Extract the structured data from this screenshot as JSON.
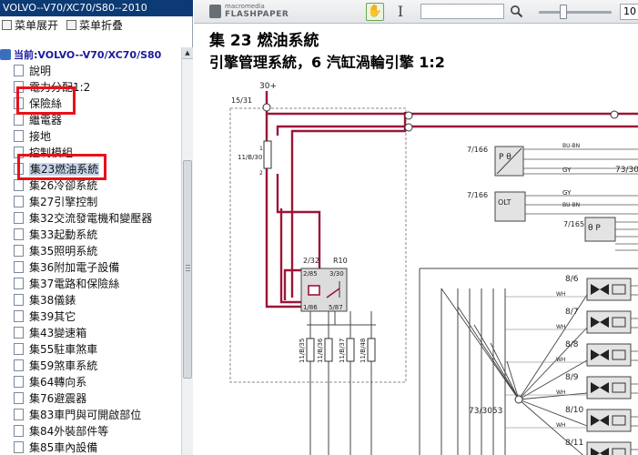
{
  "window": {
    "title": "VOLVO--V70/XC70/S80--2010"
  },
  "toolbar": {
    "expand_label": "菜单展开",
    "collapse_label": "菜单折叠"
  },
  "tree": {
    "root_label": "当前:VOLVO--V70/XC70/S80",
    "items": [
      {
        "label": "說明"
      },
      {
        "label": "電力分配1:2"
      },
      {
        "label": "保險絲"
      },
      {
        "label": "繼電器"
      },
      {
        "label": "接地"
      },
      {
        "label": "控制模組"
      },
      {
        "label": "集23燃油系統"
      },
      {
        "label": "集26冷卻系統"
      },
      {
        "label": "集27引擎控制"
      },
      {
        "label": "集32交流發電機和變壓器"
      },
      {
        "label": "集33起動系統"
      },
      {
        "label": "集35照明系統"
      },
      {
        "label": "集36附加電子設備"
      },
      {
        "label": "集37電路和保險絲"
      },
      {
        "label": "集38儀錶"
      },
      {
        "label": "集39其它"
      },
      {
        "label": "集43變速箱"
      },
      {
        "label": "集55駐車煞車"
      },
      {
        "label": "集59煞車系統"
      },
      {
        "label": "集64轉向系"
      },
      {
        "label": "集76避震器"
      },
      {
        "label": "集83車門與可開啟部位"
      },
      {
        "label": "集84外裝部件等"
      },
      {
        "label": "集85車內設備"
      }
    ],
    "selected_label": "集23燃油系統"
  },
  "viewer": {
    "logo_small": "macromedia",
    "logo_big": "FLASHPAPER",
    "search_placeholder": "",
    "zoom_value": "10"
  },
  "document": {
    "title": "集 23 燃油系統",
    "subtitle": "引擎管理系統，6 汽缸渦輪引擎 1:2",
    "labels": {
      "supply": "30+",
      "fuse_box": "15/31",
      "fuse_id": "11/B/30",
      "fuse_pin_top": "1",
      "fuse_pin_bot": "2",
      "relay_id": "2/32",
      "relay_id2": "R10",
      "relay_p1": "2/85",
      "relay_p2": "3/30",
      "relay_p3": "1/86",
      "relay_p4": "5/87",
      "fuse_a": "11/B/35",
      "fuse_b": "11/B/36",
      "fuse_c": "11/B/37",
      "fuse_d": "11/B/48",
      "s1": "7/166",
      "s1_sym": "P θ",
      "s2": "7/166",
      "s2_sym": "OLT",
      "s3": "7/165",
      "s3_sym": "θ P",
      "w_busn": "BU-BN",
      "w_gy": "GY",
      "w_busn2": "BU-BN",
      "w_gy2": "GY",
      "conn_7330": "73/30",
      "inj1": "8/6",
      "inj2": "8/7",
      "inj3": "8/8",
      "inj4": "8/9",
      "inj5": "8/10",
      "inj6": "8/11",
      "w_wh": "WH",
      "conn_73053": "73/3053"
    }
  },
  "colors": {
    "title_bar": "#0b3a74",
    "harness": "#9b1636",
    "highlight": "#e8111c",
    "selected_item": "#c9d6ea"
  },
  "icons": {
    "tree_root": "book-icon",
    "tree_item": "page-icon",
    "hand_tool": "hand-icon",
    "text_tool": "text-cursor-icon",
    "search": "search-icon"
  }
}
